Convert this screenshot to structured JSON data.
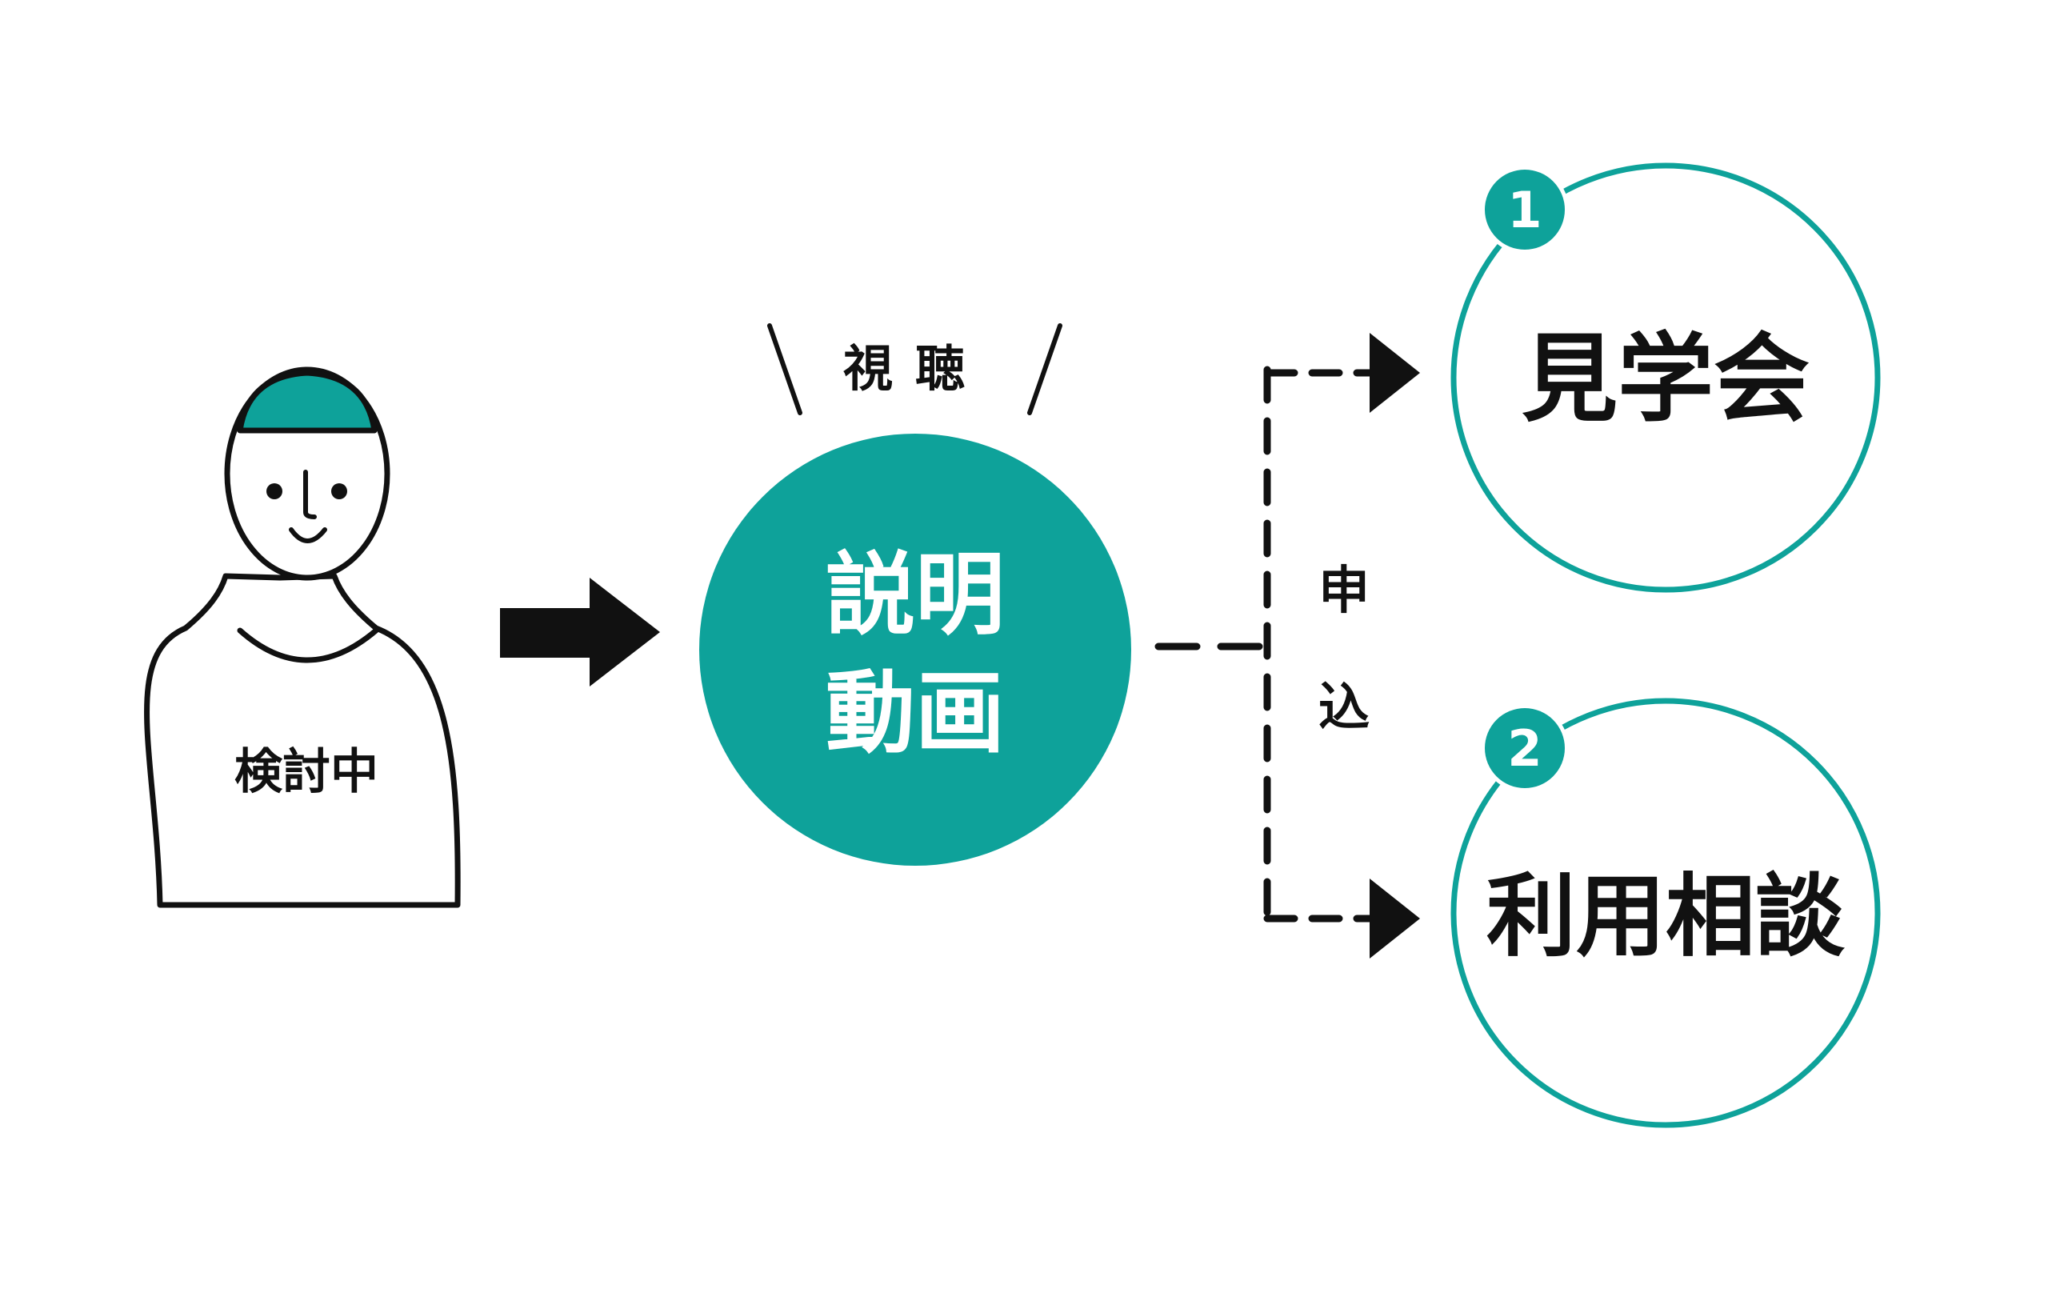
{
  "colors": {
    "accent": "#0ea29a",
    "ink": "#111111",
    "background": "#ffffff",
    "on_accent": "#ffffff"
  },
  "person": {
    "shirt_label": "検討中"
  },
  "video": {
    "caption": "視聴",
    "line1": "説明",
    "line2": "動画"
  },
  "branch": {
    "label_top": "申",
    "label_bottom": "込"
  },
  "options": [
    {
      "number": "1",
      "label": "見学会"
    },
    {
      "number": "2",
      "label": "利用相談"
    }
  ]
}
